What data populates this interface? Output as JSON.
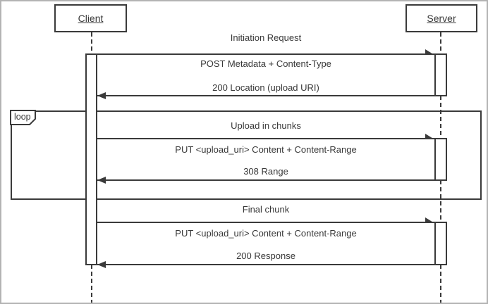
{
  "diagram": {
    "kind": "uml-sequence-diagram",
    "actors": [
      {
        "name": "Client"
      },
      {
        "name": "Server"
      }
    ],
    "fragment_label": "loop",
    "sections": [
      {
        "title": "Initiation Request",
        "request": "POST Metadata + Content-Type",
        "response": "200 Location (upload URI)"
      },
      {
        "title": "Upload in chunks",
        "request": "PUT <upload_uri> Content + Content-Range",
        "response": "308 Range"
      },
      {
        "title": "Final chunk",
        "request": "PUT <upload_uri> Content + Content-Range",
        "response": "200 Response"
      }
    ],
    "colors": {
      "line": "#3a3a3a",
      "text": "#383838",
      "background": "#ffffff",
      "frame": "#b3b3b3"
    }
  }
}
